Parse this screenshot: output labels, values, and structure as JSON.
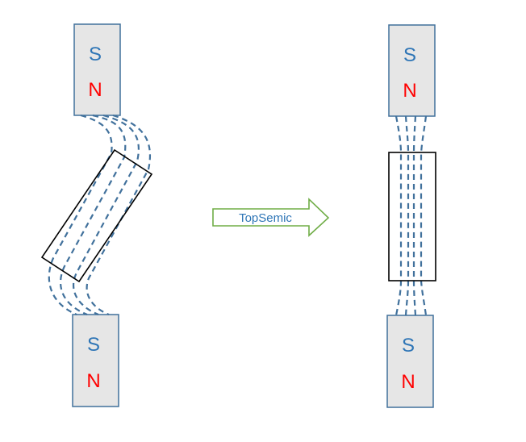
{
  "colors": {
    "south_pole": "#2e75b6",
    "north_pole": "#ff0000",
    "field_lines": "#41719c",
    "arrow_outline": "#70ad47",
    "arrow_text": "#2e75b6",
    "magnet_fill": "#e6e6e6"
  },
  "left_panel": {
    "top_magnet": {
      "s": "S",
      "n": "N"
    },
    "bottom_magnet": {
      "s": "S",
      "n": "N"
    }
  },
  "right_panel": {
    "top_magnet": {
      "s": "S",
      "n": "N"
    },
    "bottom_magnet": {
      "s": "S",
      "n": "N"
    }
  },
  "arrow": {
    "label": "TopSemic"
  }
}
